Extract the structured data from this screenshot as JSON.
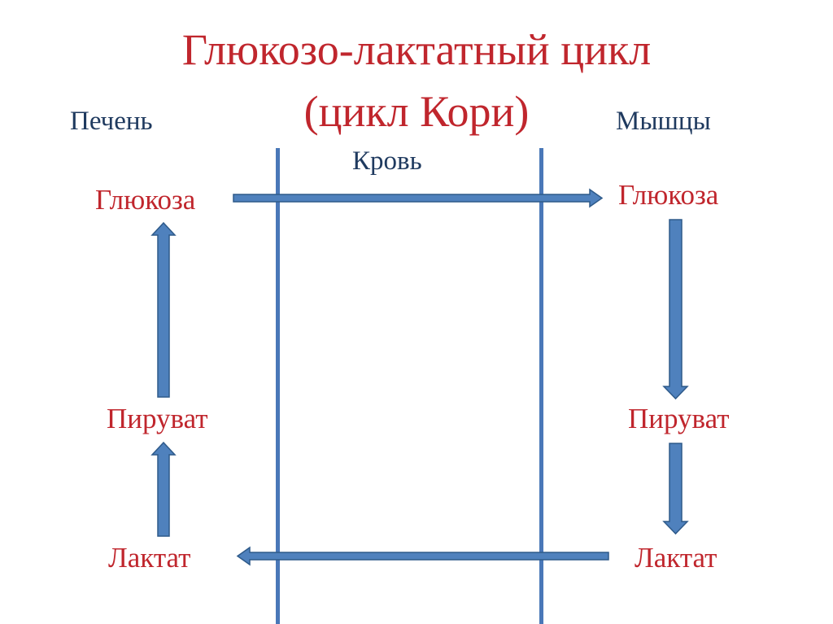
{
  "title": {
    "line1": "Глюкозо-лактатный цикл",
    "line2": "(цикл Кори)"
  },
  "regions": {
    "liver": "Печень",
    "blood": "Кровь",
    "muscle": "Мышцы"
  },
  "liver": {
    "glucose": "Глюкоза",
    "pyruvate": "Пируват",
    "lactate": "Лактат"
  },
  "muscle": {
    "glucose": "Глюкоза",
    "pyruvate": "Пируват",
    "lactate": "Лактат"
  },
  "colors": {
    "title": "#c0262d",
    "metabolite": "#c0262d",
    "region_label": "#1f3a5f",
    "arrow_fill": "#4f81bd",
    "arrow_stroke": "#2e5a8a",
    "divider": "#4a78b8"
  }
}
